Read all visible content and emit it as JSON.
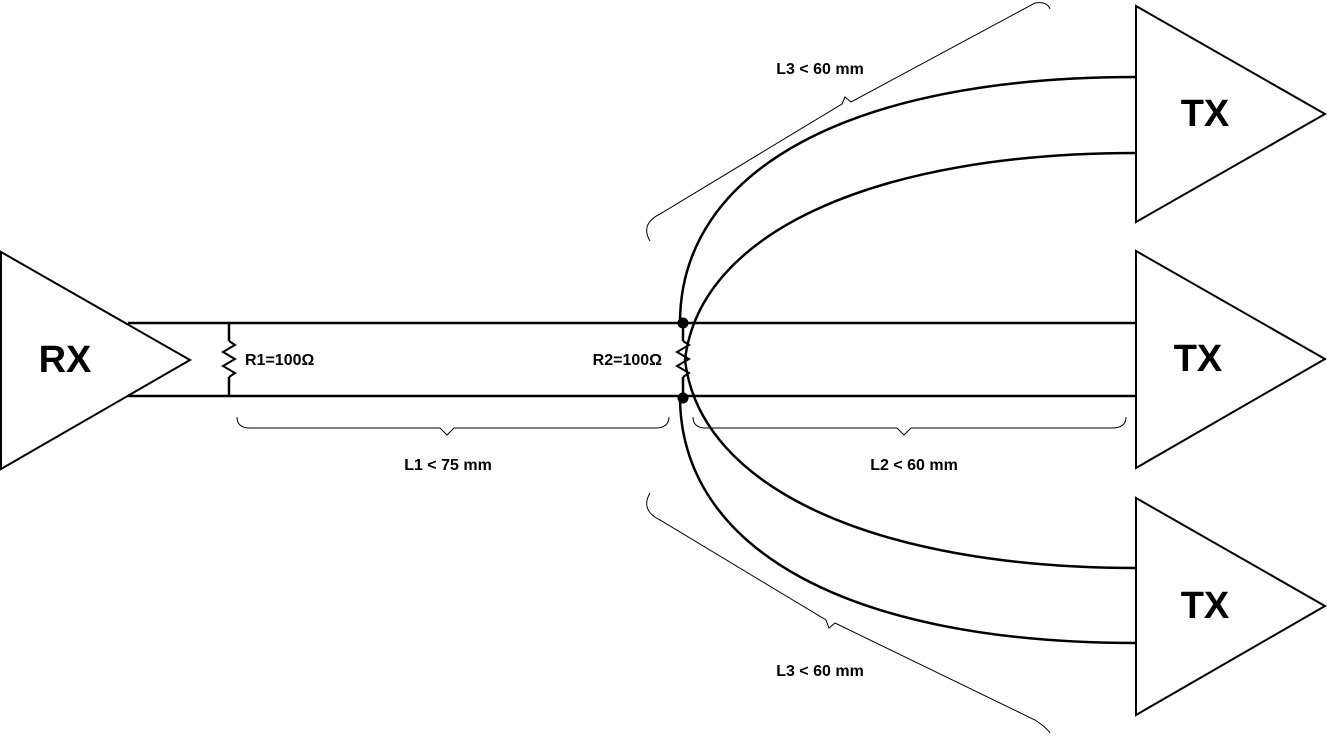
{
  "receiver": {
    "label": "RX"
  },
  "transmitters": [
    {
      "label": "TX"
    },
    {
      "label": "TX"
    },
    {
      "label": "TX"
    }
  ],
  "resistors": {
    "r1": "R1=100Ω",
    "r2": "R2=100Ω"
  },
  "dimensions": {
    "l1": "L1 < 75 mm",
    "l2": "L2 < 60 mm",
    "l3_top": "L3 < 60 mm",
    "l3_bottom": "L3 < 60 mm"
  }
}
